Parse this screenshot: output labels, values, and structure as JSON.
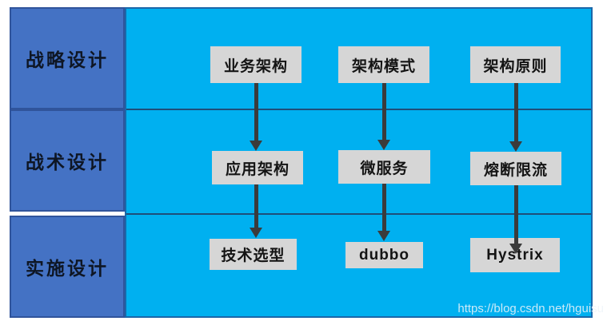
{
  "diagram": {
    "rows": [
      {
        "label": "战略设计",
        "boxes": [
          "业务架构",
          "架构模式",
          "架构原则"
        ]
      },
      {
        "label": "战术设计",
        "boxes": [
          "应用架构",
          "微服务",
          "熔断限流"
        ]
      },
      {
        "label": "实施设计",
        "boxes": [
          "技术选型",
          "dubbo",
          "Hystrix"
        ]
      }
    ]
  },
  "watermark": {
    "text": "https://blog.csdn.net/hguisu"
  },
  "colors": {
    "sidebar_fill": "#4472C4",
    "sidebar_border": "#30549B",
    "main_fill": "#00B0F0",
    "main_border": "#1B67A9",
    "row_divider": "#1F4E79",
    "node_fill": "#D6D6D6",
    "node_text": "#141414",
    "arrow": "#3B3B3B"
  }
}
